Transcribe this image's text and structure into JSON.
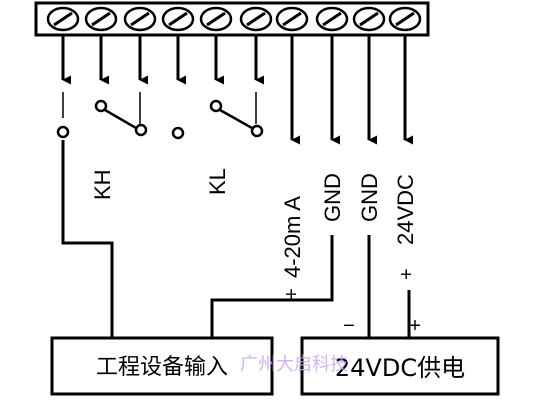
{
  "terminal_labels": {
    "kh": "KH",
    "kl": "KL",
    "signal": "4-20m A",
    "plus_signal": "+",
    "gnd1": "GND",
    "gnd2": "GND",
    "vdc": "24VDC",
    "plus_vdc": "+"
  },
  "boxes": {
    "equipment_input": "工程设备输入",
    "power_supply": "24VDC供电",
    "minus": "−",
    "plus": "+"
  },
  "watermark": "广州大启科技"
}
